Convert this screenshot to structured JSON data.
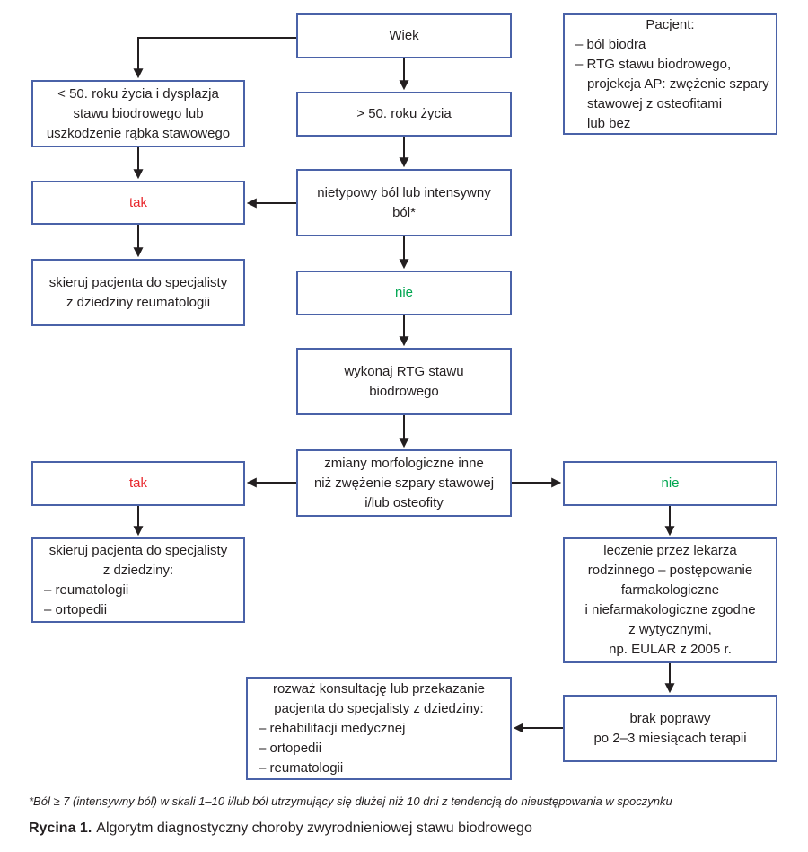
{
  "colors": {
    "box_border": "#4a62a8",
    "text": "#231f20",
    "yes_red": "#e8262c",
    "no_green": "#00a650",
    "arrow": "#231f20"
  },
  "nodes": {
    "wiek": {
      "lines": [
        "Wiek"
      ]
    },
    "pacjent": {
      "lines": [
        "Pacjent:",
        "– ból biodra",
        "– RTG stawu biodrowego,",
        "projekcja AP: zwężenie szpary",
        "stawowej z osteofitami",
        "lub bez"
      ]
    },
    "under50": {
      "lines": [
        "< 50. roku życia i dysplazja",
        "stawu biodrowego lub",
        "uszkodzenie rąbka stawowego"
      ]
    },
    "over50": {
      "lines": [
        "> 50. roku życia"
      ]
    },
    "tak1": {
      "lines": [
        "tak"
      ]
    },
    "nietypowy_bol": {
      "lines": [
        "nietypowy ból lub intensywny",
        "ból*"
      ]
    },
    "skieruj_reumatologia": {
      "lines": [
        "skieruj pacjenta do specjalisty",
        "z dziedziny reumatologii"
      ]
    },
    "nie1": {
      "lines": [
        "nie"
      ]
    },
    "wykonaj_rtg": {
      "lines": [
        "wykonaj RTG stawu",
        "biodrowego"
      ]
    },
    "zmiany_morfologiczne": {
      "lines": [
        "zmiany morfologiczne inne",
        "niż zwężenie szpary stawowej",
        "i/lub osteofity"
      ]
    },
    "tak2": {
      "lines": [
        "tak"
      ]
    },
    "nie2": {
      "lines": [
        "nie"
      ]
    },
    "skieruj_specjalista": {
      "lines": [
        "skieruj pacjenta do specjalisty",
        "z dziedziny:",
        "– reumatologii",
        "– ortopedii"
      ]
    },
    "leczenie": {
      "lines": [
        "leczenie przez lekarza",
        "rodzinnego – postępowanie",
        "farmakologiczne",
        "i niefarmakologiczne zgodne",
        "z wytycznymi,",
        "np. EULAR z 2005 r."
      ]
    },
    "brak_poprawy": {
      "lines": [
        "brak poprawy",
        "po 2–3 miesiącach terapii"
      ]
    },
    "rozwaz_konsultacje": {
      "lines": [
        "rozważ konsultację lub przekazanie",
        "pacjenta do specjalisty z dziedziny:",
        "– rehabilitacji medycznej",
        "– ortopedii",
        "– reumatologii"
      ]
    }
  },
  "footnote": "*Ból ≥ 7 (intensywny ból) w skali 1–10 i/lub ból utrzymujący się dłużej niż 10 dni z tendencją do nieustępowania w spoczynku",
  "caption": {
    "label": "Rycina 1.",
    "text": "Algorytm diagnostyczny choroby zwyrodnieniowej stawu biodrowego"
  }
}
